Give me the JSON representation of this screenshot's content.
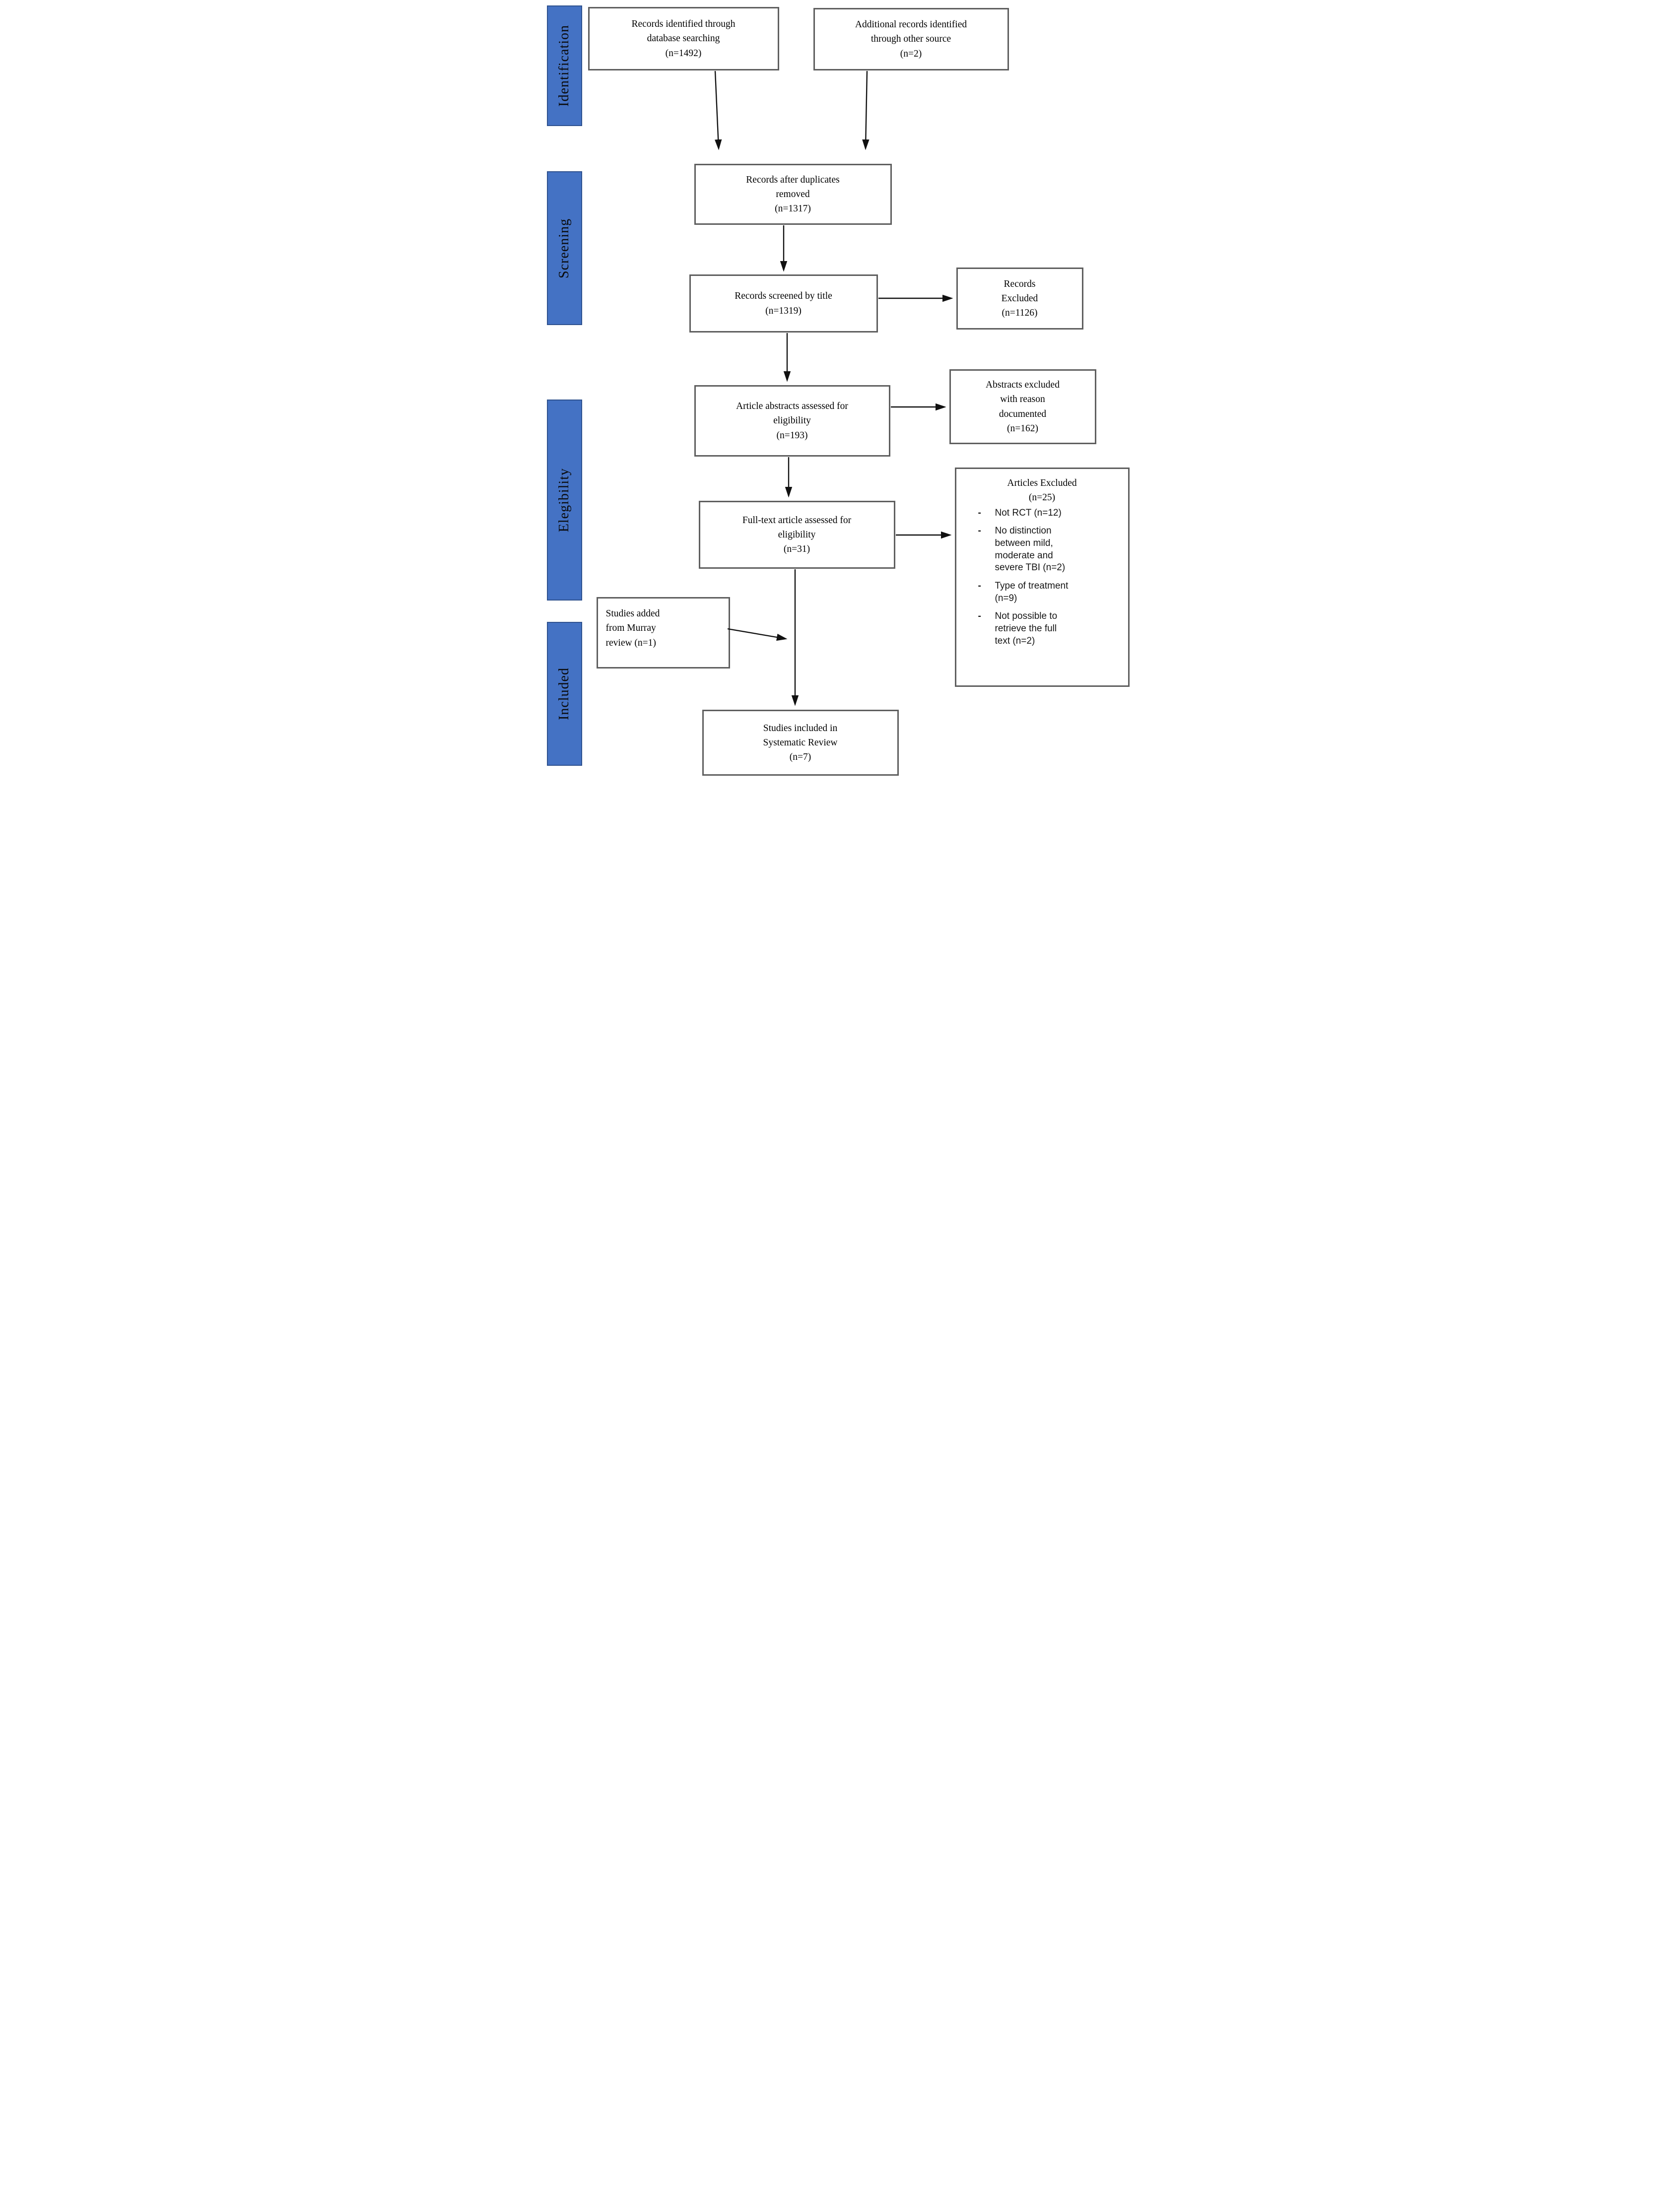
{
  "sections": {
    "identification": "Identification",
    "screening": "Screening",
    "eligibility": "Elegibility",
    "included": "Included"
  },
  "boxes": {
    "database": [
      "Records identified through",
      "database searching",
      "(n=1492)"
    ],
    "other_source": [
      "Additional records identified",
      "through other source",
      "(n=2)"
    ],
    "duplicates_removed": [
      "Records after duplicates",
      "removed",
      "(n=1317)"
    ],
    "screened_by_title": [
      "Records screened by title",
      "(n=1319)"
    ],
    "records_excluded": [
      "Records",
      "Excluded",
      "(n=1126)"
    ],
    "abstracts_assessed": [
      "Article abstracts assessed for",
      "eligibility",
      "(n=193)"
    ],
    "abstracts_excluded": [
      "Abstracts excluded",
      "with reason",
      "documented",
      "(n=162)"
    ],
    "fulltext_assessed": [
      "Full-text article assessed for",
      "eligibility",
      "(n=31)"
    ],
    "articles_excluded": {
      "title": [
        "Articles Excluded",
        "(n=25)"
      ],
      "items": [
        [
          "Not RCT (n=12)"
        ],
        [
          "No distinction",
          "between mild,",
          "moderate and",
          "severe TBI (n=2)"
        ],
        [
          "Type of treatment",
          "(n=9)"
        ],
        [
          "Not possible to",
          "retrieve the full",
          "text (n=2)"
        ]
      ]
    },
    "murray_added": [
      "Studies added",
      "from Murray",
      "review (n=1)"
    ],
    "included_review": [
      "Studies included in",
      "Systematic Review",
      "(n=7)"
    ]
  },
  "colors": {
    "sidebar_fill": "#4472C4",
    "sidebar_border": "#2F528F",
    "box_border": "#5F5F5F",
    "arrow": "#111111"
  }
}
